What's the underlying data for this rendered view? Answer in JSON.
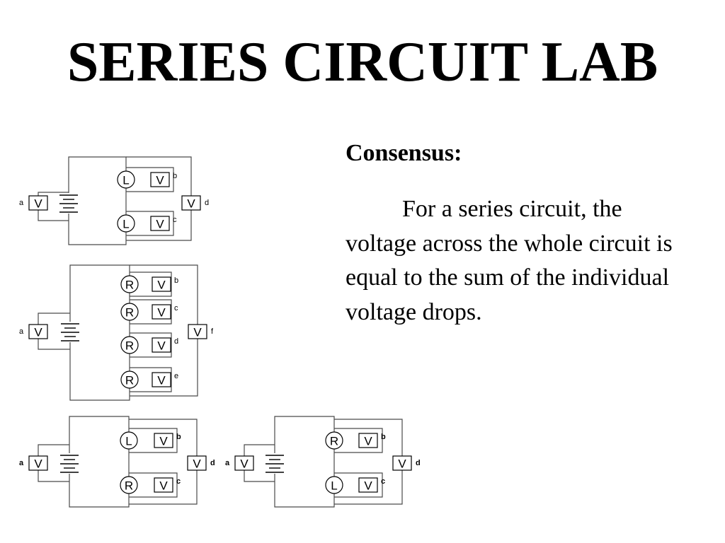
{
  "title": "SERIES CIRCUIT LAB",
  "consensus": {
    "heading": "Consensus:",
    "text": "For a series circuit, the voltage across the whole circuit is equal to the sum of the individual voltage drops."
  },
  "symbols": {
    "voltmeter": "V",
    "lamp": "L",
    "resistor": "R"
  },
  "circuits": [
    {
      "name": "two-lamp-circuit",
      "supply_meter_label": "a",
      "loads": [
        {
          "type": "L",
          "meter_label": "b"
        },
        {
          "type": "L",
          "meter_label": "c"
        }
      ],
      "total_meter_label": "d"
    },
    {
      "name": "four-resistor-circuit",
      "supply_meter_label": "a",
      "loads": [
        {
          "type": "R",
          "meter_label": "b"
        },
        {
          "type": "R",
          "meter_label": "c"
        },
        {
          "type": "R",
          "meter_label": "d"
        },
        {
          "type": "R",
          "meter_label": "e"
        }
      ],
      "total_meter_label": "f"
    },
    {
      "name": "lamp-resistor-circuit",
      "supply_meter_label": "a",
      "loads": [
        {
          "type": "L",
          "meter_label": "b"
        },
        {
          "type": "R",
          "meter_label": "c"
        }
      ],
      "total_meter_label": "d"
    },
    {
      "name": "resistor-lamp-circuit",
      "supply_meter_label": "a",
      "loads": [
        {
          "type": "R",
          "meter_label": "b"
        },
        {
          "type": "L",
          "meter_label": "c"
        }
      ],
      "total_meter_label": "d"
    }
  ]
}
